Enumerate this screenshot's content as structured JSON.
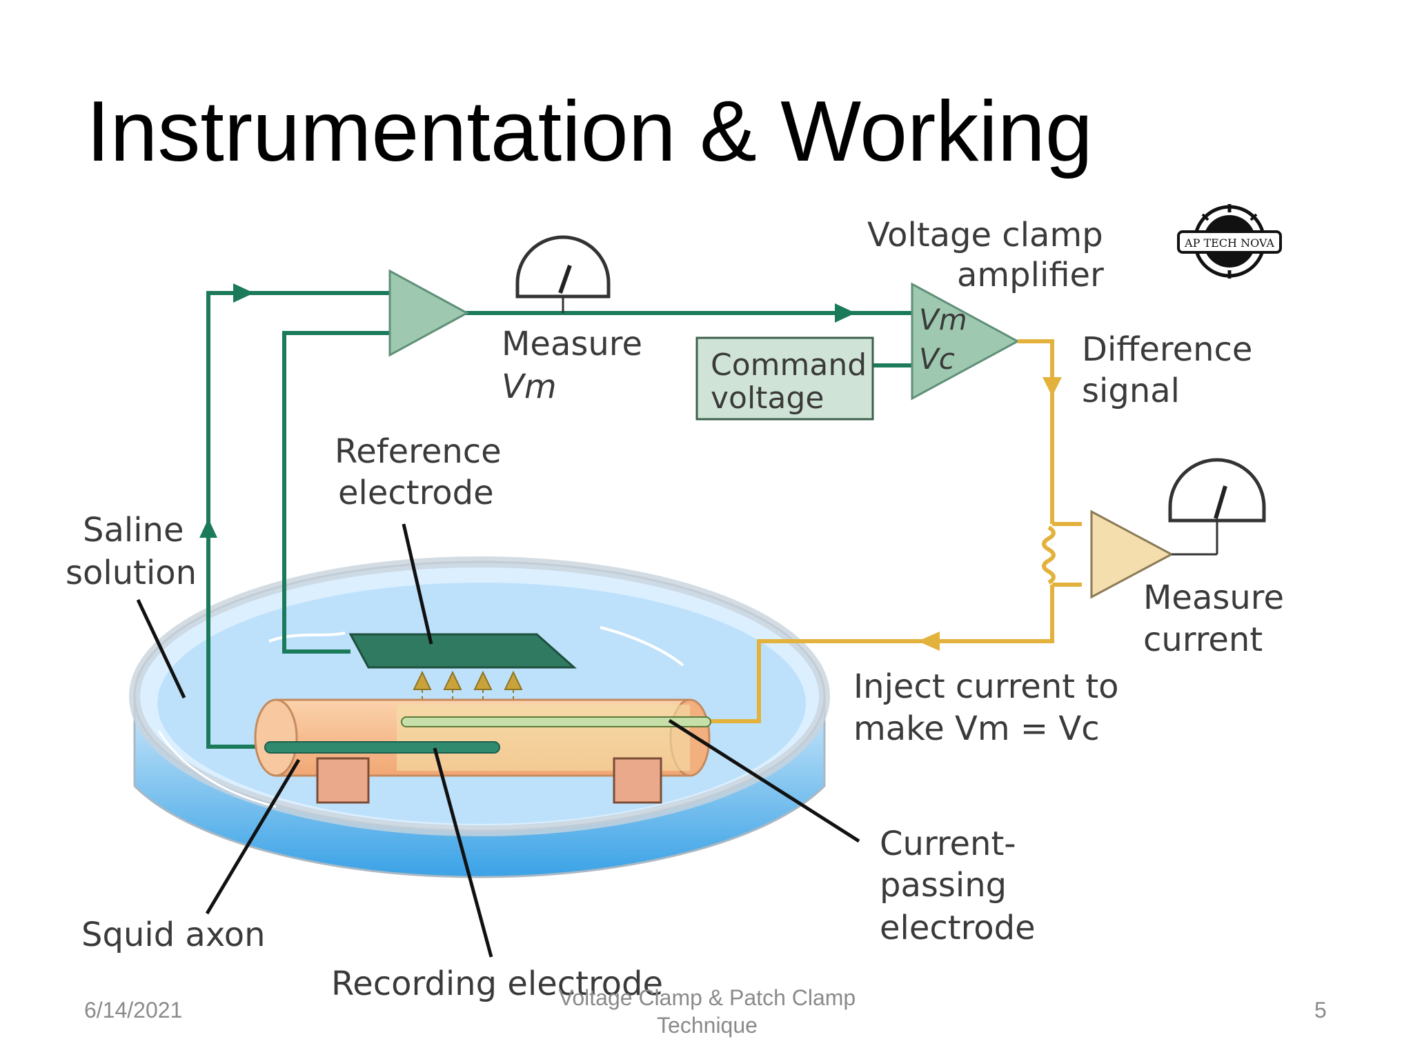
{
  "slide": {
    "title": "Instrumentation & Working"
  },
  "diagram": {
    "amplifier_title_line1": "Voltage clamp",
    "amplifier_title_line2": "amplifier",
    "amp_input_vm": "Vm",
    "amp_input_vc": "Vc",
    "measure_vm_line1": "Measure",
    "measure_vm_line2": "Vm",
    "command_voltage_line1": "Command",
    "command_voltage_line2": "voltage",
    "difference_signal_line1": "Difference",
    "difference_signal_line2": "signal",
    "reference_electrode_line1": "Reference",
    "reference_electrode_line2": "electrode",
    "saline_solution_line1": "Saline",
    "saline_solution_line2": "solution",
    "measure_current_line1": "Measure",
    "measure_current_line2": "current",
    "inject_current_line1": "Inject current to",
    "inject_current_line2": "make Vm = Vc",
    "current_passing_line1": "Current-",
    "current_passing_line2": "passing",
    "current_passing_line3": "electrode",
    "squid_axon": "Squid axon",
    "recording_electrode": "Recording electrode",
    "logo_text": "AP TECH NOVA"
  },
  "footer": {
    "date": "6/14/2021",
    "center_line1": "Voltage Clamp & Patch Clamp",
    "center_line2": "Technique",
    "page": "5"
  },
  "colors": {
    "circuit_green": "#1a7a5a",
    "amplifier_fill": "#9fc8b0",
    "current_gold": "#e3b23c",
    "saline_blue": "#8ccbf0",
    "axon_orange": "#f6b98a"
  }
}
